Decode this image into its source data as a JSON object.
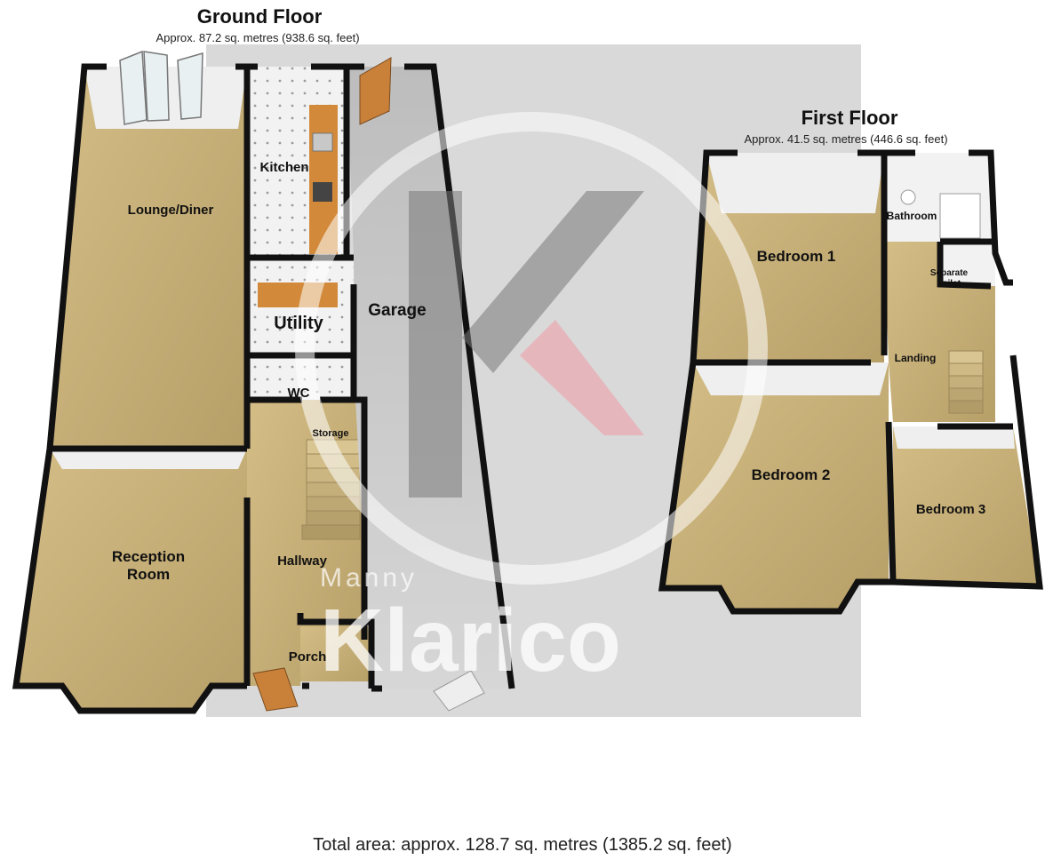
{
  "ground_floor": {
    "title": "Ground Floor",
    "area": "Approx. 87.2 sq. metres (938.6 sq. feet)",
    "rooms": {
      "lounge": "Lounge/Diner",
      "kitchen": "Kitchen",
      "utility": "Utility",
      "garage": "Garage",
      "wc": "WC",
      "storage": "Storage",
      "hallway": "Hallway",
      "reception_1": "Reception",
      "reception_2": "Room",
      "porch": "Porch"
    }
  },
  "first_floor": {
    "title": "First Floor",
    "area": "Approx. 41.5 sq. metres (446.6 sq. feet)",
    "rooms": {
      "bedroom1": "Bedroom 1",
      "bedroom2": "Bedroom 2",
      "bedroom3": "Bedroom 3",
      "bathroom": "Bathroom",
      "toilet_1": "Separate",
      "toilet_2": "Toilet",
      "landing": "Landing"
    }
  },
  "watermark": {
    "line1": "Manny",
    "line2": "Klarico"
  },
  "total_area": "Total area: approx. 128.7 sq. metres (1385.2 sq. feet)",
  "colors": {
    "carpet": "#c8b07a",
    "wall": "#111111",
    "garage_floor": "#c9c9c9",
    "kitchen_floor": "#f0f0f0",
    "watermark_red": "#e8a0a8"
  }
}
